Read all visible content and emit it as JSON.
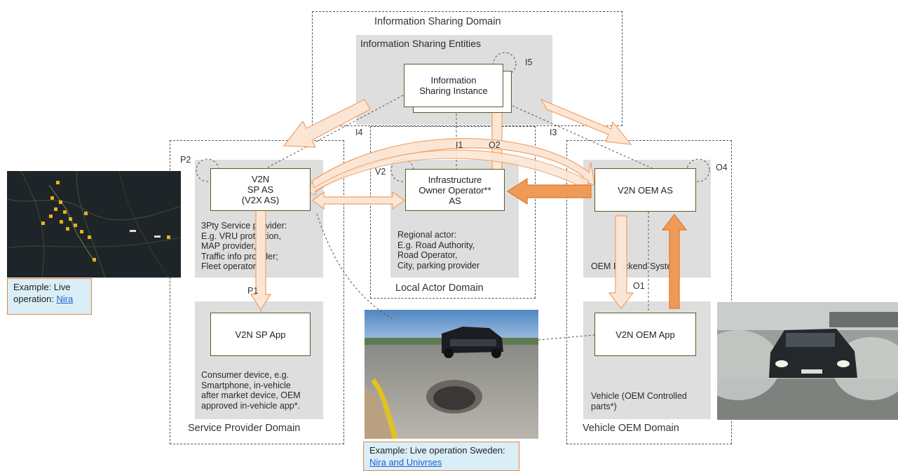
{
  "domains": {
    "info_sharing": "Information Sharing Domain",
    "service_provider": "Service Provider Domain",
    "local_actor": "Local Actor Domain",
    "vehicle_oem": "Vehicle OEM Domain"
  },
  "entities": {
    "info_entities": "Information Sharing Entities",
    "info_instance": "Information\nSharing Instance",
    "sp_as": "V2N\nSP AS\n(V2X AS)",
    "infra_as": "Infrastructure\nOwner Operator**\nAS",
    "oem_as": "V2N OEM AS",
    "sp_app": "V2N SP App",
    "oem_app": "V2N OEM App"
  },
  "descriptions": {
    "sp_provider": "3Pty Service provider:\nE.g. VRU protection,\nMAP provider,\nTraffic info provider;\nFleet operator",
    "regional": "Regional actor:\nE.g. Road Authority,\nRoad Operator,\nCity, parking provider",
    "oem_backend": "OEM Backend System",
    "consumer": "Consumer device, e.g.\nSmartphone, in-vehicle\nafter market device, OEM\napproved in-vehicle app*.",
    "vehicle": "Vehicle (OEM Controlled\nparts*)"
  },
  "points": {
    "i5": "I5",
    "i4": "I4",
    "i3": "I3",
    "i1": "I1",
    "o2": "O2",
    "p2": "P2",
    "v2": "V2",
    "o4": "O4",
    "p1": "P1",
    "o1": "O1"
  },
  "examples": {
    "left_prefix": "Example: Live\noperation: ",
    "left_link": "Nira",
    "bottom_prefix": "Example: Live operation Sweden:\n",
    "bottom_link": "Nira and Univrses"
  },
  "photos": {
    "map": "dark-map-screenshot",
    "pothole": "road-pothole-photo",
    "spray": "car-water-spray-photo"
  },
  "colors": {
    "arrow_light_fill": "#fbe6d6",
    "arrow_light_stroke": "#f0a064",
    "arrow_dark_fill": "#ef9a56",
    "arrow_dark_stroke": "#d9782e",
    "gray_area": "#dedede",
    "example_bg": "#daeef8",
    "link": "#1a5fd0"
  }
}
